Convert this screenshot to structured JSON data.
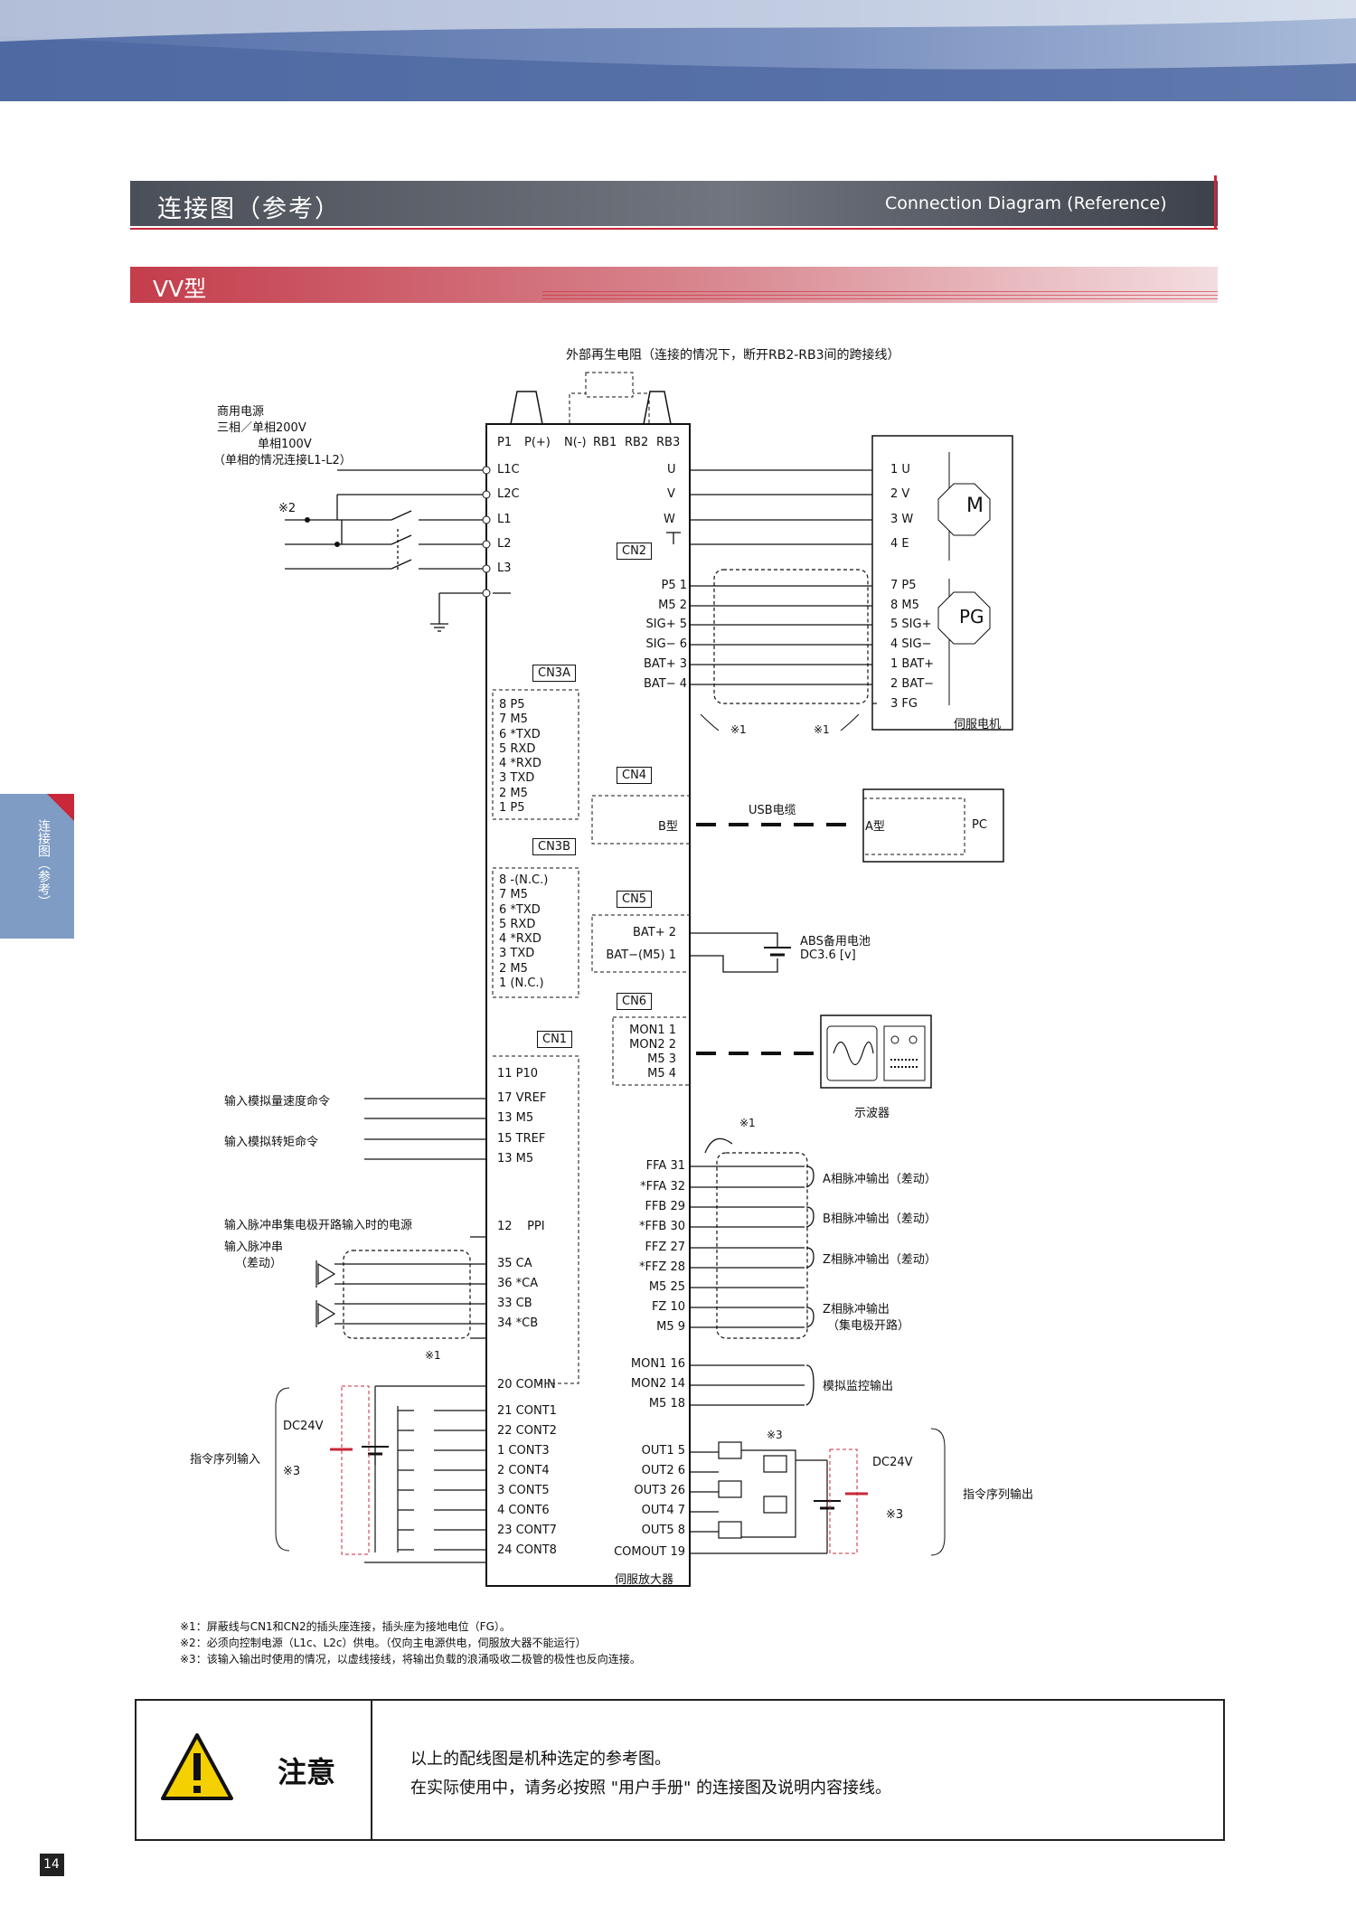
{
  "section": {
    "title_cn": "连接图（参考）",
    "title_en": "Connection Diagram (Reference)",
    "subtitle": "VV型"
  },
  "side_tab": {
    "label": "连接图（参考）"
  },
  "page_number": "14",
  "diagram": {
    "regen_note": "外部再生电阻（连接的情况下，断开RB2-RB3间的跨接线）",
    "power": {
      "title": "商用电源",
      "line2": "三相／单相200V",
      "line3": "单相100V",
      "line4": "（单相的情况连接L1-L2）",
      "note": "※2"
    },
    "power_terminals": [
      "L1C",
      "L2C",
      "L1",
      "L2",
      "L3"
    ],
    "top_terminals": [
      "P1",
      "P(+)",
      "N(-)",
      "RB1",
      "RB2",
      "RB3"
    ],
    "motor_terminals": [
      "U",
      "V",
      "W"
    ],
    "motor_side": [
      "1 U",
      "2 V",
      "3 W",
      "4 E"
    ],
    "motor_label": "M",
    "encoder_label": "PG",
    "cn2": {
      "label": "CN2",
      "pins": [
        "P5  1",
        "M5  2",
        "SIG+  5",
        "SIG−  6",
        "BAT+  3",
        "BAT−  4"
      ],
      "motor_pins": [
        "7 P5",
        "8 M5",
        "5 SIG+",
        "4 SIG−",
        "1 BAT+",
        "2 BAT−",
        "3 FG"
      ],
      "note_a": "※1",
      "note_b": "※1"
    },
    "servo_motor": "伺服电机",
    "cn3a": {
      "label": "CN3A",
      "pins": [
        "8  P5",
        "7  M5",
        "6  *TXD",
        "5  RXD",
        "4  *RXD",
        "3  TXD",
        "2  M5",
        "1  P5"
      ]
    },
    "cn3b": {
      "label": "CN3B",
      "pins": [
        "8  -(N.C.)",
        "7  M5",
        "6  *TXD",
        "5  RXD",
        "4  *RXD",
        "3  TXD",
        "2  M5",
        "1  (N.C.)"
      ]
    },
    "cn4": {
      "label": "CN4",
      "b_type": "B型",
      "usb": "USB电缆",
      "a_type": "A型",
      "pc": "PC"
    },
    "cn5": {
      "label": "CN5",
      "pins": [
        "BAT+  2",
        "BAT−(M5)  1"
      ],
      "battery": "ABS备用电池",
      "battery_v": "DC3.6 [v]"
    },
    "cn6": {
      "label": "CN6",
      "pins": [
        "MON1  1",
        "MON2  2",
        "M5  3",
        "M5  4"
      ],
      "scope": "示波器"
    },
    "cn1": {
      "label": "CN1",
      "analog_in": [
        {
          "label": "输入模拟量速度命令",
          "pins": [
            "11  P10",
            "17  VREF",
            "13  M5"
          ]
        },
        {
          "label": "输入模拟转矩命令",
          "pins": [
            "15  TREF",
            "13  M5"
          ]
        }
      ],
      "pulse_power_label": "输入脉冲串集电极开路输入时的电源",
      "ppi": "12    PPI",
      "pulse_in_label": "输入脉冲串",
      "pulse_in_sub": "（差动）",
      "pulse_pins": [
        "35    CA",
        "36    *CA",
        "33    CB",
        "34    *CB"
      ],
      "note_shield": "※1",
      "seq_in_label": "指令序列输入",
      "dc24v_in": "DC24V",
      "note_in": "※3",
      "comin": "20  COMIN",
      "cont_pins": [
        "21   CONT1",
        "22   CONT2",
        "1    CONT3",
        "2    CONT4",
        "3    CONT5",
        "4    CONT6",
        "23   CONT7",
        "24   CONT8"
      ],
      "right_pins": [
        "FFA  31",
        "*FFA  32",
        "FFB  29",
        "*FFB  30",
        "FFZ  27",
        "*FFZ  28",
        "M5  25",
        "FZ  10",
        "M5    9"
      ],
      "out_a": "A相脉冲输出（差动）",
      "out_b": "B相脉冲输出（差动）",
      "out_z": "Z相脉冲输出（差动）",
      "out_z_oc": "Z相脉冲输出",
      "out_z_oc_sub": "（集电极开路）",
      "note_top": "※1",
      "mon_pins": [
        "MON1  16",
        "MON2  14",
        "M5  18"
      ],
      "mon_label": "模拟监控输出",
      "out_pins": [
        "OUT1    5",
        "OUT2    6",
        "OUT3  26",
        "OUT4    7",
        "OUT5    8",
        "COMOUT  19"
      ],
      "note_out": "※3",
      "dc24v_out": "DC24V",
      "note_out2": "※3",
      "seq_out_label": "指令序列输出"
    },
    "amp_label": "伺服放大器"
  },
  "footnotes": [
    "※1：屏蔽线与CN1和CN2的插头座连接，插头座为接地电位（FG）。",
    "※2：必须向控制电源（L1c、L2c）供电。（仅向主电源供电，伺服放大器不能运行）",
    "※3：该输入输出时使用的情况，以虚线接线，将输出负载的浪涌吸收二极管的极性也反向连接。"
  ],
  "caution": {
    "title": "注意",
    "line1": "以上的配线图是机种选定的参考图。",
    "line2": "在实际使用中，请务必按照 \"用户手册\" 的连接图及说明内容接线。"
  },
  "colors": {
    "header_blue": "#5a73a6",
    "accent_red": "#c8283a",
    "bar_grey": "#6a6f78",
    "tab_blue": "#7e9cc4"
  }
}
